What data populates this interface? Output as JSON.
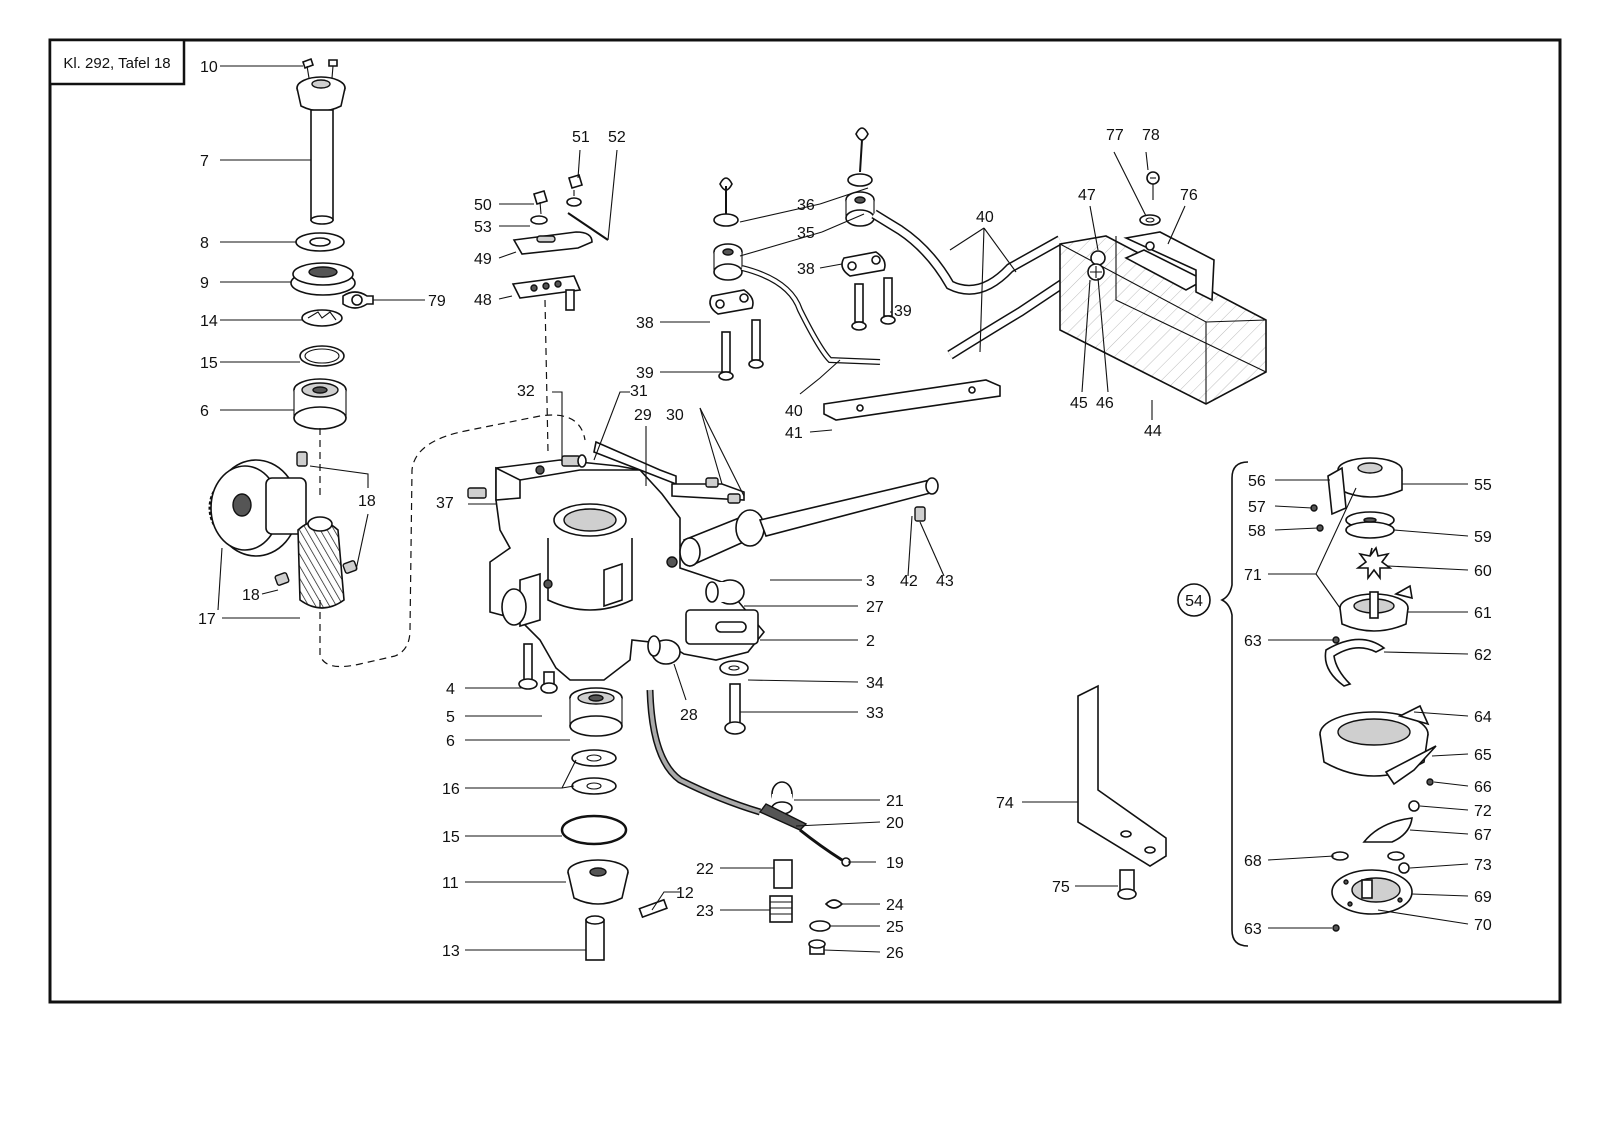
{
  "sheet": {
    "title": "Kl. 292, Tafel 18",
    "colors": {
      "ink": "#111111",
      "paper": "#ffffff"
    }
  },
  "callouts": [
    {
      "id": "c10",
      "text": "10"
    },
    {
      "id": "c7",
      "text": "7"
    },
    {
      "id": "c8",
      "text": "8"
    },
    {
      "id": "c9",
      "text": "9"
    },
    {
      "id": "c79",
      "text": "79"
    },
    {
      "id": "c14",
      "text": "14"
    },
    {
      "id": "c15a",
      "text": "15"
    },
    {
      "id": "c6a",
      "text": "6"
    },
    {
      "id": "c18a",
      "text": "18"
    },
    {
      "id": "c18b",
      "text": "18"
    },
    {
      "id": "c17",
      "text": "17"
    },
    {
      "id": "c51",
      "text": "51"
    },
    {
      "id": "c52",
      "text": "52"
    },
    {
      "id": "c50",
      "text": "50"
    },
    {
      "id": "c53",
      "text": "53"
    },
    {
      "id": "c49",
      "text": "49"
    },
    {
      "id": "c48",
      "text": "48"
    },
    {
      "id": "c36",
      "text": "36"
    },
    {
      "id": "c35",
      "text": "35"
    },
    {
      "id": "c40a",
      "text": "40"
    },
    {
      "id": "c38a",
      "text": "38"
    },
    {
      "id": "c39a",
      "text": "39"
    },
    {
      "id": "c38b",
      "text": "38"
    },
    {
      "id": "c39b",
      "text": "39"
    },
    {
      "id": "c40b",
      "text": "40"
    },
    {
      "id": "c41",
      "text": "41"
    },
    {
      "id": "c77",
      "text": "77"
    },
    {
      "id": "c78",
      "text": "78"
    },
    {
      "id": "c47",
      "text": "47"
    },
    {
      "id": "c76",
      "text": "76"
    },
    {
      "id": "c45",
      "text": "45"
    },
    {
      "id": "c46",
      "text": "46"
    },
    {
      "id": "c44",
      "text": "44"
    },
    {
      "id": "c32",
      "text": "32"
    },
    {
      "id": "c31",
      "text": "31"
    },
    {
      "id": "c29",
      "text": "29"
    },
    {
      "id": "c30",
      "text": "30"
    },
    {
      "id": "c37",
      "text": "37"
    },
    {
      "id": "c3",
      "text": "3"
    },
    {
      "id": "c42",
      "text": "42"
    },
    {
      "id": "c43",
      "text": "43"
    },
    {
      "id": "c27",
      "text": "27"
    },
    {
      "id": "c2",
      "text": "2"
    },
    {
      "id": "c34",
      "text": "34"
    },
    {
      "id": "c33",
      "text": "33"
    },
    {
      "id": "c28",
      "text": "28"
    },
    {
      "id": "c4",
      "text": "4"
    },
    {
      "id": "c5",
      "text": "5"
    },
    {
      "id": "c6b",
      "text": "6"
    },
    {
      "id": "c16",
      "text": "16"
    },
    {
      "id": "c15b",
      "text": "15"
    },
    {
      "id": "c11",
      "text": "11"
    },
    {
      "id": "c12",
      "text": "12"
    },
    {
      "id": "c13",
      "text": "13"
    },
    {
      "id": "c21",
      "text": "21"
    },
    {
      "id": "c20",
      "text": "20"
    },
    {
      "id": "c19",
      "text": "19"
    },
    {
      "id": "c22",
      "text": "22"
    },
    {
      "id": "c23",
      "text": "23"
    },
    {
      "id": "c24",
      "text": "24"
    },
    {
      "id": "c25",
      "text": "25"
    },
    {
      "id": "c26",
      "text": "26"
    },
    {
      "id": "c74",
      "text": "74"
    },
    {
      "id": "c75",
      "text": "75"
    },
    {
      "id": "c56",
      "text": "56"
    },
    {
      "id": "c55",
      "text": "55"
    },
    {
      "id": "c57",
      "text": "57"
    },
    {
      "id": "c58",
      "text": "58"
    },
    {
      "id": "c59",
      "text": "59"
    },
    {
      "id": "c71",
      "text": "71"
    },
    {
      "id": "c60",
      "text": "60"
    },
    {
      "id": "c54",
      "text": "54"
    },
    {
      "id": "c61",
      "text": "61"
    },
    {
      "id": "c63a",
      "text": "63"
    },
    {
      "id": "c62",
      "text": "62"
    },
    {
      "id": "c64",
      "text": "64"
    },
    {
      "id": "c65",
      "text": "65"
    },
    {
      "id": "c66",
      "text": "66"
    },
    {
      "id": "c72",
      "text": "72"
    },
    {
      "id": "c67",
      "text": "67"
    },
    {
      "id": "c68",
      "text": "68"
    },
    {
      "id": "c73",
      "text": "73"
    },
    {
      "id": "c69",
      "text": "69"
    },
    {
      "id": "c63b",
      "text": "63"
    },
    {
      "id": "c70",
      "text": "70"
    }
  ]
}
